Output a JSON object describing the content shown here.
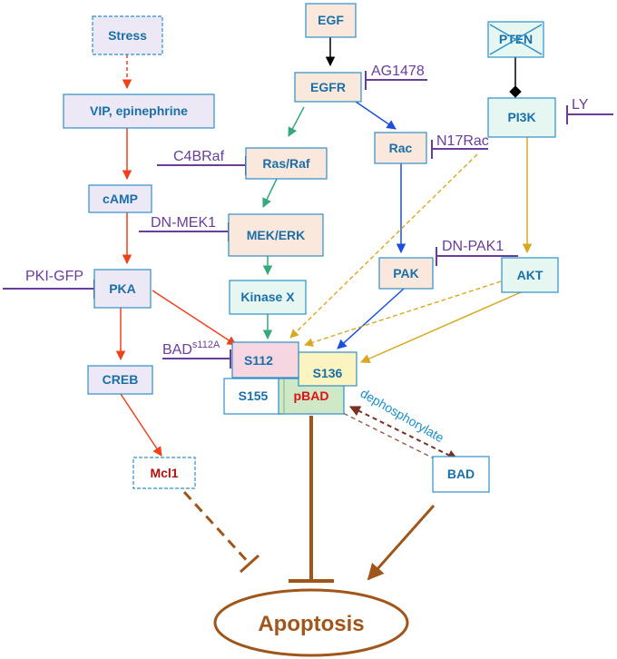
{
  "nodes": {
    "stress": "Stress",
    "vip": "VIP, epinephrine",
    "camp": "cAMP",
    "pka": "PKA",
    "creb": "CREB",
    "mcl1": "Mcl1",
    "egf": "EGF",
    "egfr": "EGFR",
    "rasraf": "Ras/Raf",
    "mekerk": "MEK/ERK",
    "kinasex": "Kinase X",
    "rac": "Rac",
    "pak": "PAK",
    "pten": "PTEN",
    "pi3k": "PI3K",
    "akt": "AKT",
    "s112": "S112",
    "s136": "S136",
    "s155": "S155",
    "pbad": "pBAD",
    "bad": "BAD",
    "apoptosis": "Apoptosis"
  },
  "inhibitors": {
    "ag1478": "AG1478",
    "c4braf": "C4BRaf",
    "dnmek1": "DN-MEK1",
    "pkigfp": "PKI-GFP",
    "n17rac": "N17Rac",
    "dnpak1": "DN-PAK1",
    "ly": "LY",
    "bad_s112a_base": "BAD",
    "bad_s112a_sup": "s112A"
  },
  "annotations": {
    "dephosphorylate": "dephosphorylate"
  },
  "colors": {
    "node_border": "#2e8fc7",
    "node_text": "#1a6fa8",
    "node_fill_lavender": "#ece8f5",
    "node_fill_peach": "#fbe8dc",
    "node_fill_mint": "#e6f7f2",
    "pbad_fill": "#cfe8c8",
    "s136_fill": "#fbf3c0",
    "s112_fill": "#f6d6e0",
    "inhibitor": "#6a3d9a",
    "pka_pathway": "#f0401c",
    "erk_pathway": "#36a87a",
    "rac_pathway": "#1c4fe0",
    "akt_pathway": "#d9a820",
    "apoptosis": "#a0561a",
    "mcl1_text": "#b01010",
    "pbad_text": "#e01010",
    "dephosphorylate_text": "#1a8fc7",
    "dephosphorylate_arrow": "#7a3020"
  }
}
